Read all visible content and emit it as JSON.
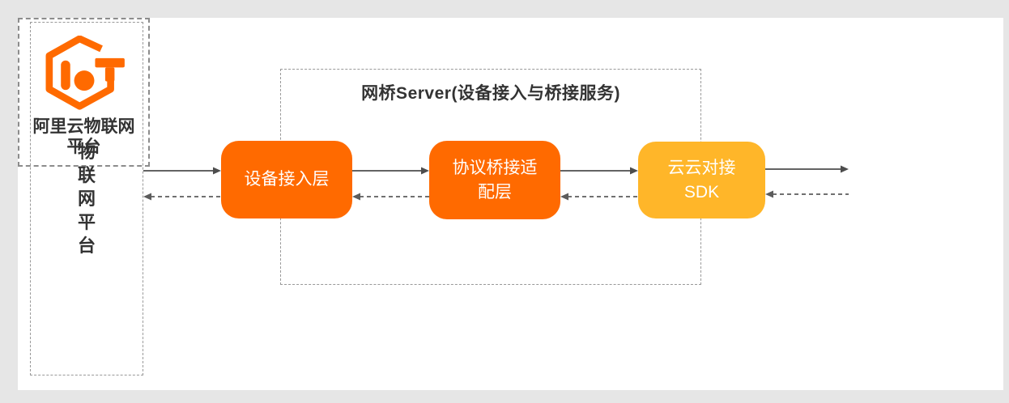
{
  "colors": {
    "alibaba_orange": "#FF6A00",
    "amber_yellow": "#FFB629",
    "panel_background": "#FFFFFF",
    "page_background": "#E6E6E6",
    "text_dark": "#333333",
    "arrow_gray": "#4D4D4D",
    "dashed_border_gray": "#999999"
  },
  "left_platform": {
    "label": "物联网平台"
  },
  "bridge_server": {
    "title": "网桥Server(设备接入与桥接服务)",
    "nodes": [
      {
        "lines": [
          "设备接入层"
        ],
        "color": "#FF6A00"
      },
      {
        "lines": [
          "协议桥接适",
          "配层"
        ],
        "color": "#FF6A00"
      },
      {
        "lines": [
          "云云对接",
          "SDK"
        ],
        "color": "#FFB629"
      }
    ]
  },
  "aliyun_platform": {
    "logo": "aliyun-iot-logo",
    "lines": [
      "阿里云物联网",
      "平台"
    ]
  }
}
